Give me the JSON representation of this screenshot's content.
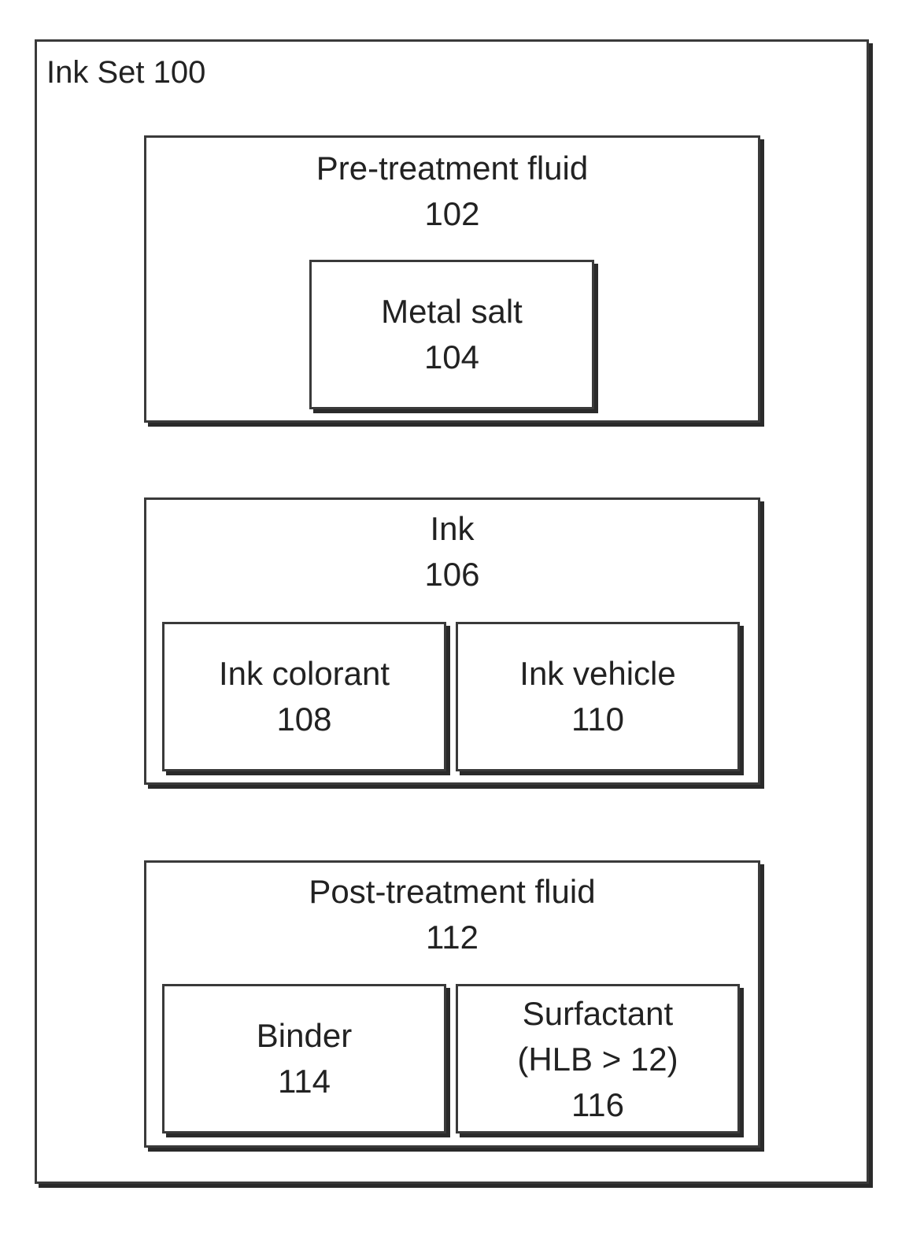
{
  "ink_set": {
    "title": "Ink Set 100",
    "pre_treatment": {
      "name": "Pre-treatment fluid",
      "number": "102",
      "metal_salt": {
        "name": "Metal salt",
        "number": "104"
      }
    },
    "ink": {
      "name": "Ink",
      "number": "106",
      "colorant": {
        "name": "Ink colorant",
        "number": "108"
      },
      "vehicle": {
        "name": "Ink vehicle",
        "number": "110"
      }
    },
    "post_treatment": {
      "name": "Post-treatment fluid",
      "number": "112",
      "binder": {
        "name": "Binder",
        "number": "114"
      },
      "surfactant": {
        "name": "Surfactant",
        "qualifier": "(HLB > 12)",
        "number": "116"
      }
    }
  },
  "colors": {
    "border": "#3a3a3a",
    "shadow": "#2a2a2a",
    "text": "#222222",
    "background": "#ffffff"
  }
}
